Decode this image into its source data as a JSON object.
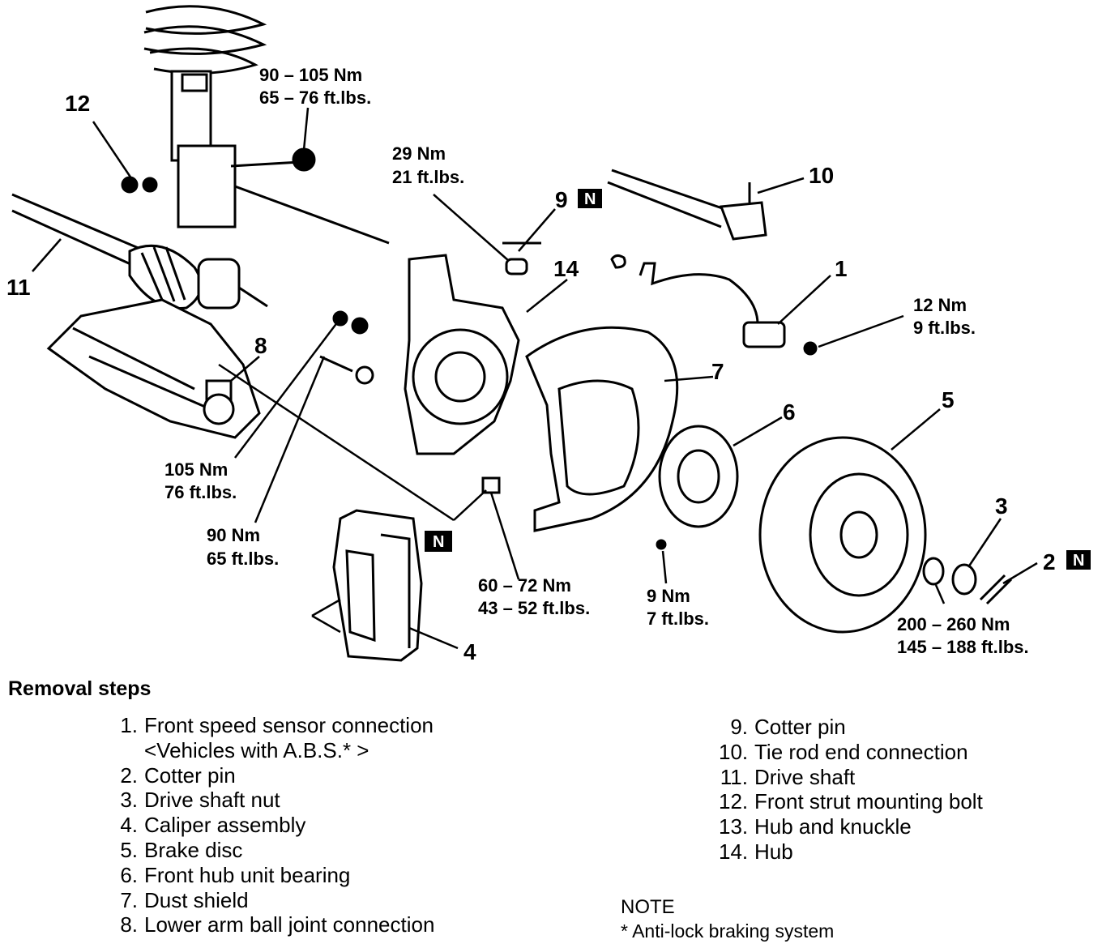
{
  "callouts": {
    "c1": "1",
    "c2": "2",
    "c3": "3",
    "c4": "4",
    "c5": "5",
    "c6": "6",
    "c7": "7",
    "c8": "8",
    "c9": "9",
    "c10": "10",
    "c11": "11",
    "c12": "12",
    "c14": "14",
    "new_part_mark": "N"
  },
  "torques": {
    "strut_nm": "90 – 105 Nm",
    "strut_ft": "65 – 76 ft.lbs.",
    "tierod_nm": "29 Nm",
    "tierod_ft": "21 ft.lbs.",
    "sensor_nm": "12 Nm",
    "sensor_ft": "9 ft.lbs.",
    "balljoint_nm": "105 Nm",
    "balljoint_ft": "76 ft.lbs.",
    "lowerbolt_nm": "90 Nm",
    "lowerbolt_ft": "65 ft.lbs.",
    "caliper_nm": "60 – 72 Nm",
    "caliper_ft": "43 – 52 ft.lbs.",
    "shield_nm": "9 Nm",
    "shield_ft": "7 ft.lbs.",
    "nut_nm": "200 – 260 Nm",
    "nut_ft": "145 – 188 ft.lbs."
  },
  "steps_title": "Removal steps",
  "steps_left": [
    {
      "n": "1.",
      "text": "Front speed sensor connection"
    },
    {
      "n": "",
      "text": "<Vehicles with A.B.S.* >"
    },
    {
      "n": "2.",
      "text": "Cotter pin"
    },
    {
      "n": "3.",
      "text": "Drive shaft nut"
    },
    {
      "n": "4.",
      "text": "Caliper assembly"
    },
    {
      "n": "5.",
      "text": "Brake disc"
    },
    {
      "n": "6.",
      "text": "Front hub unit bearing"
    },
    {
      "n": "7.",
      "text": "Dust shield"
    },
    {
      "n": "8.",
      "text": "Lower arm ball joint connection"
    }
  ],
  "steps_right": [
    {
      "n": "9.",
      "text": "Cotter pin"
    },
    {
      "n": "10.",
      "text": "Tie rod end connection"
    },
    {
      "n": "11.",
      "text": "Drive shaft"
    },
    {
      "n": "12.",
      "text": "Front strut mounting bolt"
    },
    {
      "n": "13.",
      "text": "Hub and knuckle"
    },
    {
      "n": "14.",
      "text": "Hub"
    }
  ],
  "note_title": "NOTE",
  "note_text": "* Anti-lock braking system"
}
